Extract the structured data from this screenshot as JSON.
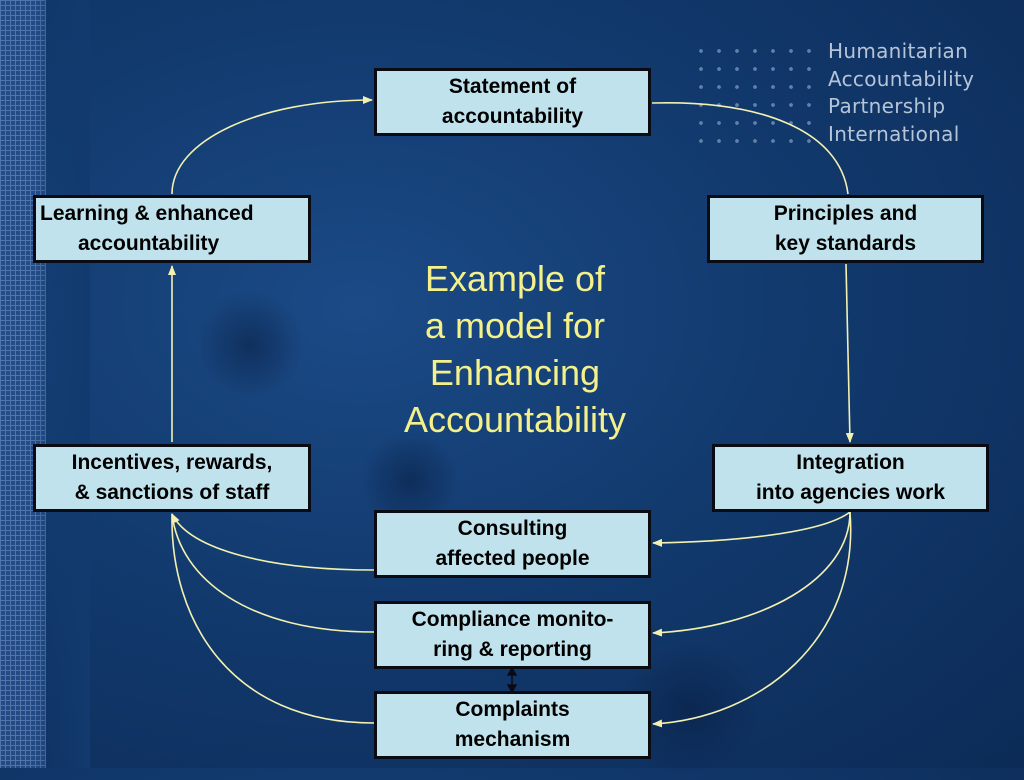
{
  "logo": {
    "lines": [
      "Humanitarian",
      "Accountability",
      "Partnership",
      "International"
    ]
  },
  "title": {
    "lines": [
      "Example of",
      "a model for",
      "Enhancing",
      "Accountability"
    ]
  },
  "boxes": {
    "statement": {
      "lines": [
        "Statement of",
        "accountability"
      ]
    },
    "principles": {
      "lines": [
        "Principles and",
        "key standards"
      ]
    },
    "integration": {
      "lines": [
        "Integration",
        "into agencies work"
      ]
    },
    "consulting": {
      "lines": [
        "Consulting",
        " affected people"
      ]
    },
    "compliance": {
      "lines": [
        "Compliance monito-",
        "ring  & reporting"
      ]
    },
    "complaints": {
      "lines": [
        "Complaints",
        "mechanism"
      ]
    },
    "incentives": {
      "lines": [
        "Incentives, rewards,",
        " & sanctions of staff"
      ]
    },
    "learning": {
      "lines": [
        "Learning & enhanced",
        "accountability"
      ]
    }
  },
  "colors": {
    "background": "#123a6e",
    "box_fill": "#bfe2ec",
    "box_border": "#0b0b14",
    "title_text": "#f4f08a",
    "arrow": "#f3f1b0"
  }
}
